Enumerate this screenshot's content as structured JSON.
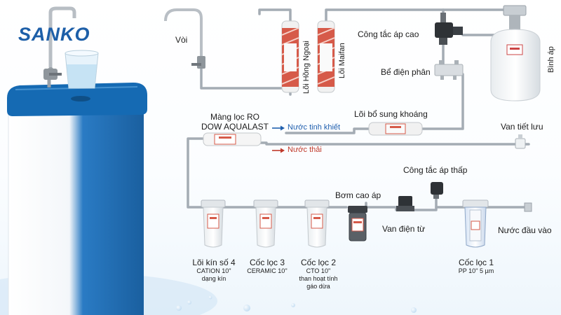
{
  "brand": "SANKO",
  "labels": {
    "voi": "Vòi",
    "loi_hong_ngoai": "Lõi Hồng Ngoại",
    "loi_maifan": "Lõi Maifan",
    "cong_tac_ap_cao": "Công tắc áp cao",
    "be_dien_phan": "Bể điện phân",
    "binh_ap": "Bình áp",
    "loi_bo_sung_khoang": "Lõi bổ sung khoáng",
    "mang_loc_ro_1": "Màng lọc RO",
    "mang_loc_ro_2": "DOW AQUALAST",
    "nuoc_tinh_khiet": "Nước tinh khiết",
    "nuoc_thai": "Nước thải",
    "van_tiet_luu": "Van tiết lưu",
    "cong_tac_ap_thap": "Công tắc áp thấp",
    "bom_cao_ap": "Bơm cao áp",
    "van_dien_tu": "Van điện từ",
    "nuoc_dau_vao": "Nước đầu vào",
    "loi_kin_so_4": "Lõi kín số 4",
    "loi_kin_so_4_sub1": "CATION 10''",
    "loi_kin_so_4_sub2": "dạng kín",
    "coc_loc_3": "Cốc lọc 3",
    "coc_loc_3_sub": "CERAMIC 10''",
    "coc_loc_2": "Cốc lọc 2",
    "coc_loc_2_sub1": "CTO 10''",
    "coc_loc_2_sub2": "than hoạt tính",
    "coc_loc_2_sub3": "gáo dừa",
    "coc_loc_1": "Cốc lọc 1",
    "coc_loc_1_sub": "PP 10'' 5 µm"
  },
  "colors": {
    "pipe": "#9aa3ad",
    "pure_water_arrow": "#1f5fae",
    "waste_water_arrow": "#c0392b",
    "filter_red": "#c94a3c",
    "cabinet_blue": "#1f6fb8"
  }
}
